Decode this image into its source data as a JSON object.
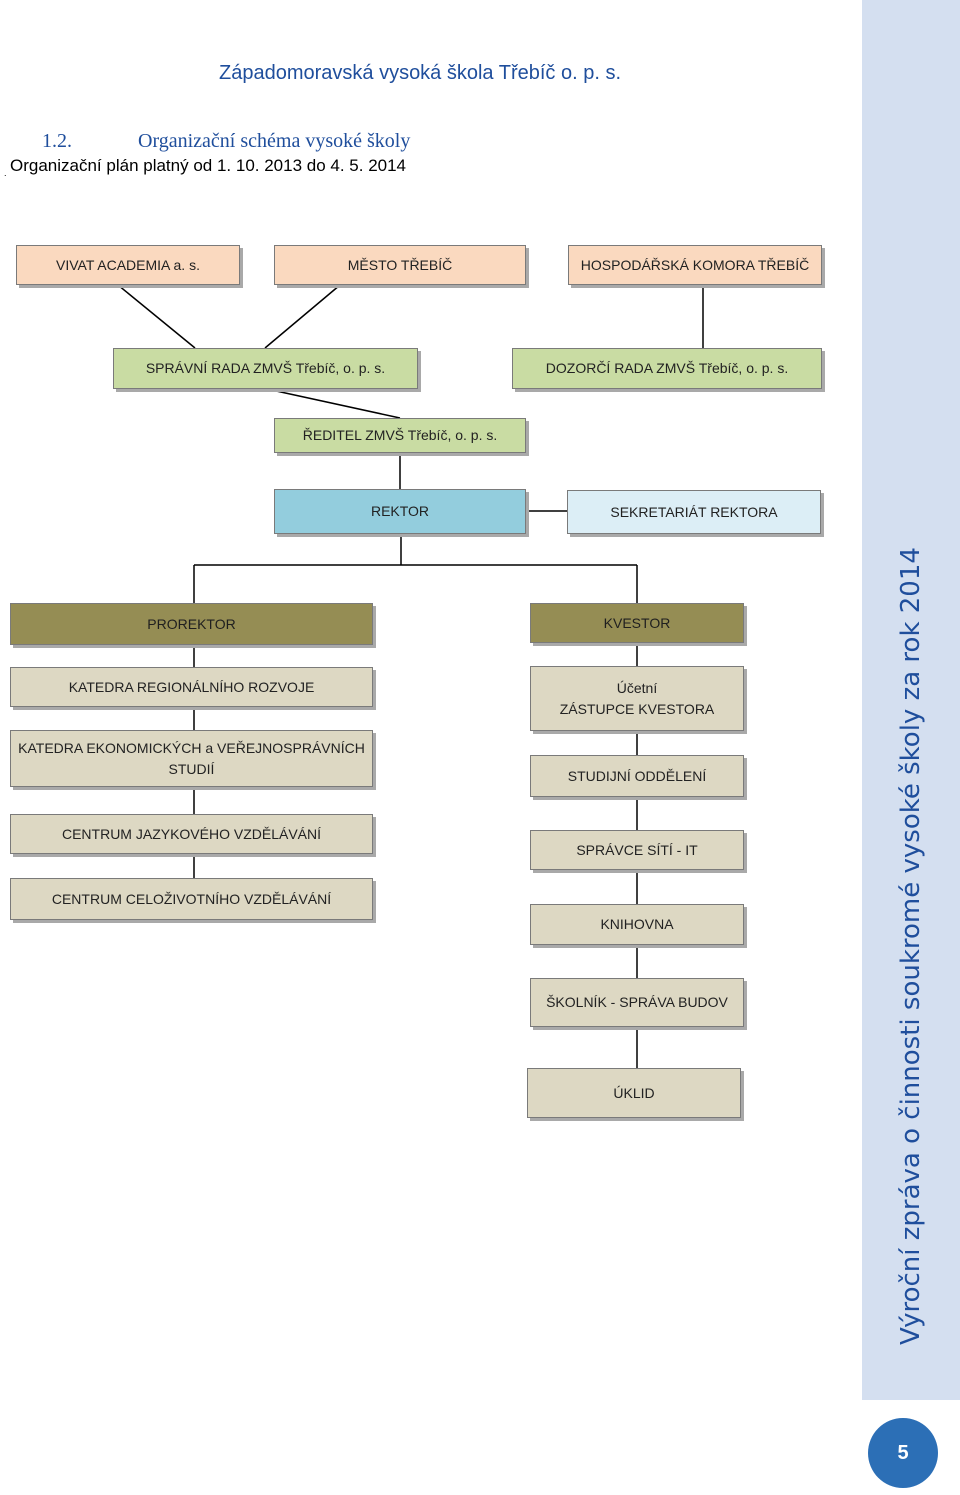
{
  "header": {
    "title": "Západomoravská vysoká škola Třebíč o. p. s.",
    "section_number": "1.2.",
    "section_title": "Organizační schéma vysoké školy",
    "validity": "Organizační plán platný od 1. 10. 2013 do 4. 5. 2014"
  },
  "org": {
    "vivat": "VIVAT ACADEMIA a. s.",
    "mesto": "MĚSTO TŘEBÍČ",
    "komora": "HOSPODÁŘSKÁ KOMORA TŘEBÍČ",
    "spravni_rada": "SPRÁVNÍ RADA ZMVŠ Třebíč, o. p. s.",
    "dozorci_rada": "DOZORČÍ RADA ZMVŠ Třebíč, o. p. s.",
    "reditel": "ŘEDITEL ZMVŠ Třebíč, o. p. s.",
    "rektor": "REKTOR",
    "sekretariat": "SEKRETARIÁT REKTORA",
    "prorektor": "PROREKTOR",
    "katedra_rr": "KATEDRA REGIONÁLNÍHO ROZVOJE",
    "katedra_evs": "KATEDRA EKONOMICKÝCH a VEŘEJNOSPRÁVNÍCH\nSTUDIÍ",
    "centrum_jaz": "CENTRUM JAZYKOVÉHO VZDĚLÁVÁNÍ",
    "centrum_cel": "CENTRUM CELOŽIVOTNÍHO VZDĚLÁVÁNÍ",
    "kvestor": "KVESTOR",
    "ucetni": "Účetní\nZÁSTUPCE KVESTORA",
    "studijni": "STUDIJNÍ ODDĚLENÍ",
    "spravce_it": "SPRÁVCE SÍTÍ - IT",
    "knihovna": "KNIHOVNA",
    "skolnik": "ŠKOLNÍK - SPRÁVA BUDOV",
    "uklid": "ÚKLID"
  },
  "sidebar": {
    "text": "Výroční zpráva o činnosti soukromé vysoké školy za rok 2014"
  },
  "page_number": "5",
  "colors": {
    "heading": "#1f4e9c",
    "founders": "#fad9bf",
    "boards": "#c9dca3",
    "rector": "#93cddd",
    "secretariat": "#dceef6",
    "leaders": "#958d54",
    "units": "#ddd8c3",
    "sidebar": "#d4dff0",
    "badge": "#2c6fb6"
  }
}
